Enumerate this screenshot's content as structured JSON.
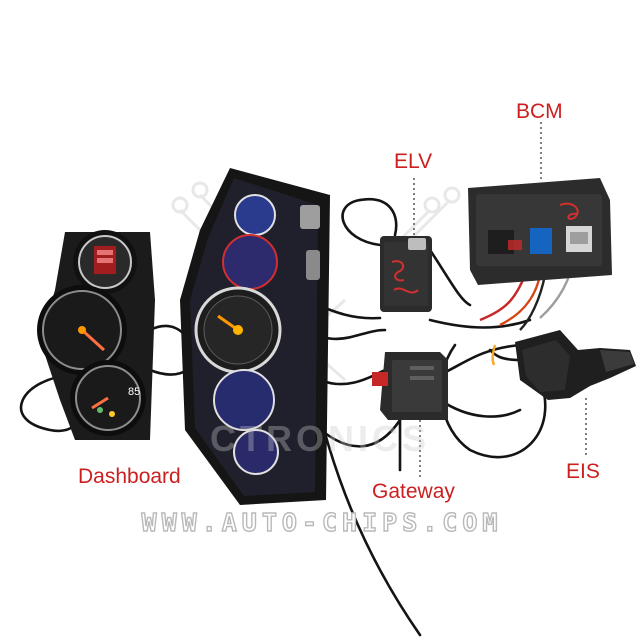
{
  "labels": {
    "bcm": "BCM",
    "elv": "ELV",
    "dashboard": "Dashboard",
    "gateway": "Gateway",
    "eis": "EIS"
  },
  "watermark": {
    "url": "WWW.AUTO-CHIPS.COM",
    "logo": "CTRONICS"
  },
  "colors": {
    "label": "#cc1f1f",
    "background": "#ffffff",
    "cable": "#141414"
  }
}
